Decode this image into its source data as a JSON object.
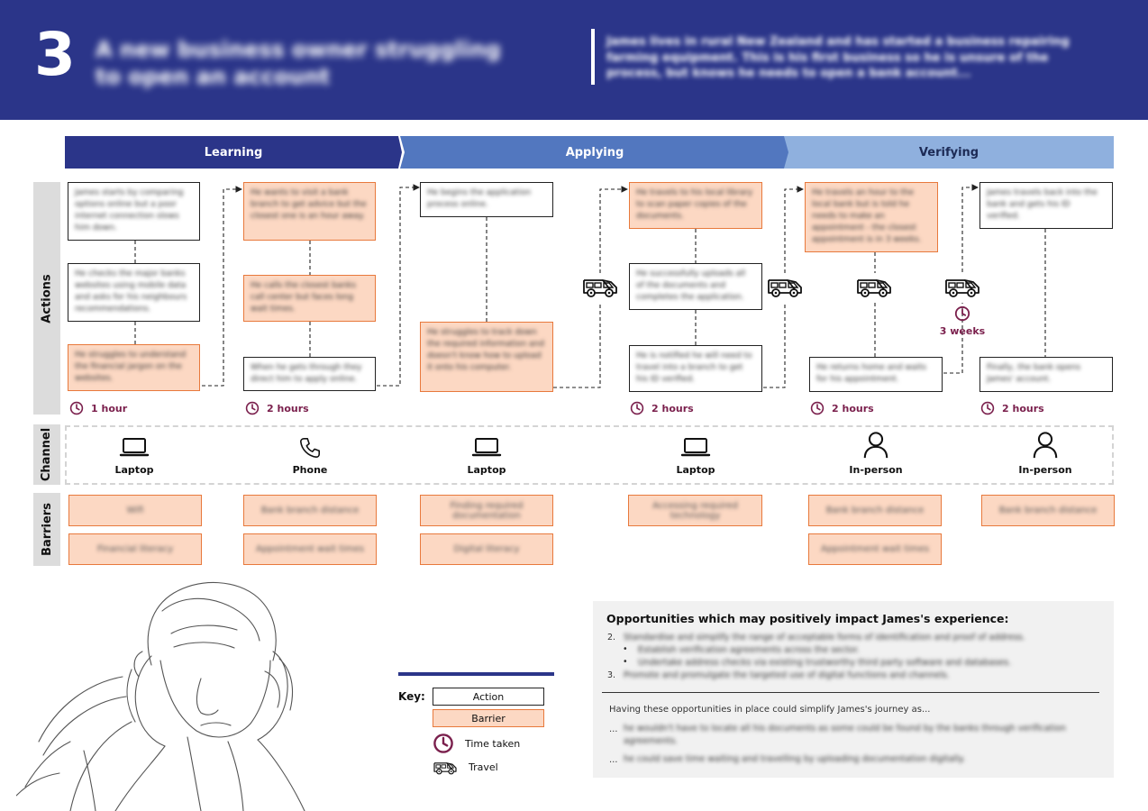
{
  "header": {
    "number": "3",
    "title": "A new business owner struggling to open an account",
    "intro": "James lives in rural New Zealand and has started a business repairing farming equipment. This is his first business so he is unsure of the process, but knows he needs to open a bank account..."
  },
  "phases": [
    "Learning",
    "Applying",
    "Verifying"
  ],
  "row_labels": {
    "actions": "Actions",
    "channel": "Channel",
    "barriers": "Barriers"
  },
  "actions": [
    "James starts by comparing options online but a poor internet connection slows him down.",
    "He checks the major banks websites using mobile data and asks for his neighbours recommendations.",
    "He struggles to understand the financial jargon on the websites.",
    "He wants to visit a bank branch to get advice but the closest one is an hour away.",
    "He calls the closest banks call center but faces long wait times.",
    "When he gets through they direct him to apply online.",
    "He begins the application process online.",
    "He struggles to track down the required information and doesn't know how to upload it onto his computer.",
    "He travels to his local library to scan paper copies of the documents.",
    "He successfully uploads all of the documents and completes the application.",
    "He is notified he will need to travel into a branch to get his ID verified.",
    "He travels an hour to the local bank but is told he needs to make an appointment - the closest appointment is in 3 weeks.",
    "He returns home and waits for his appointment.",
    "James travels back into the bank and gets his ID verified.",
    "Finally, the bank opens James' account."
  ],
  "times": [
    "1 hour",
    "2 hours",
    "2 hours",
    "2 hours",
    "2 hours",
    "3 weeks"
  ],
  "channels": [
    "Laptop",
    "Phone",
    "Laptop",
    "Laptop",
    "In-person",
    "In-person"
  ],
  "channel_icons": [
    "laptop-icon",
    "phone-icon",
    "laptop-icon",
    "laptop-icon",
    "person-icon",
    "person-icon"
  ],
  "barriers": [
    "Wifi",
    "Financial literacy",
    "Bank branch distance",
    "Appointment wait times",
    "Finding required documentation",
    "Digital literacy",
    "Accessing required technology",
    "Bank branch distance",
    "Appointment wait times",
    "Bank branch distance"
  ],
  "opportunities": {
    "title": "Opportunities which may positively impact James's experience:",
    "n1": "2.",
    "item1": "Standardise and simplify the range of acceptable forms of identification and proof of address.",
    "sub1": "Establish verification agreements across the sector.",
    "sub2": "Undertake address checks via existing trustworthy third party software and databases.",
    "n2": "3.",
    "item2": "Promote and promulgate the targeted use of digital functions and channels.",
    "simplify": "Having these opportunities in place could simplify James's journey as...",
    "b1": "he wouldn't have to locate all his documents as some could be found by the banks through verification agreements.",
    "b2": "he could save time waiting and travelling by uploading documentation digitally.",
    "ellipsis": "…"
  },
  "key": {
    "label": "Key:",
    "action": "Action",
    "barrier": "Barrier",
    "time": "Time taken",
    "travel": "Travel"
  },
  "colors": {
    "navy": "#2b3589",
    "mid_blue": "#5277bf",
    "light_blue": "#8fb0de",
    "barrier_fill": "#fcd8c3",
    "barrier_border": "#e8793c",
    "time_color": "#7a1f4c"
  }
}
